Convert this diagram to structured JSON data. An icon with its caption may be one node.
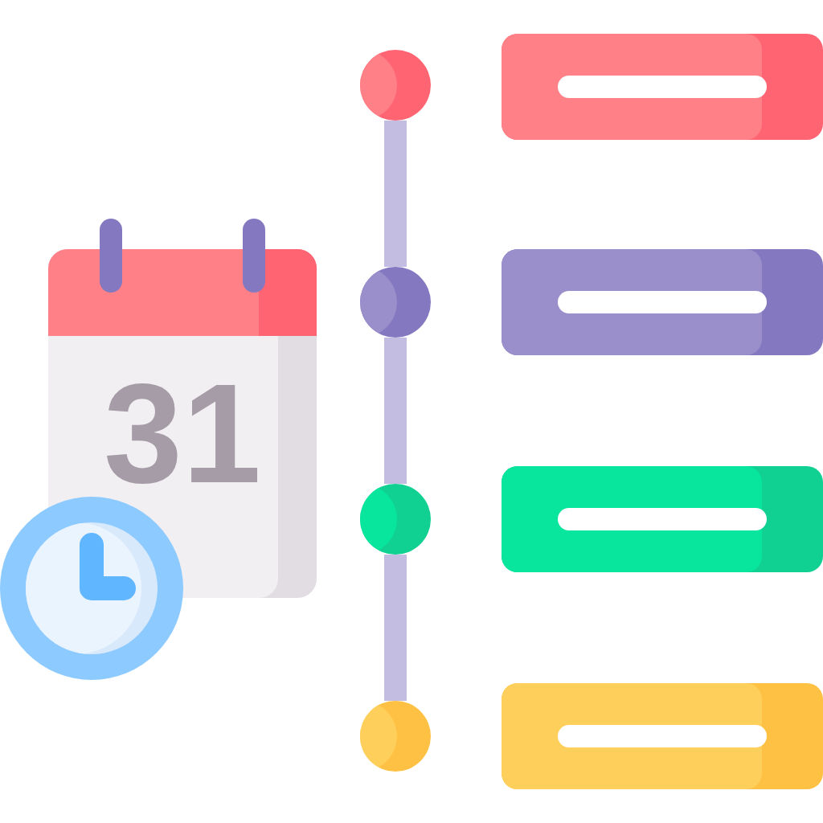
{
  "diagram": {
    "nodes": [
      {
        "text": [
          "31"
        ]
      },
      {
        "text": [],
        "shape": "circle"
      },
      {
        "text": [],
        "shape": "box"
      },
      {
        "text": [],
        "shape": "circle"
      },
      {
        "text": [],
        "shape": "box"
      },
      {
        "text": [],
        "shape": "circle"
      },
      {
        "text": [],
        "shape": "box"
      },
      {
        "text": [],
        "shape": "circle"
      },
      {
        "text": [],
        "shape": "box"
      }
    ],
    "edges": [
      {
        "from": 1,
        "to": 3,
        "arrow": "none"
      },
      {
        "from": 3,
        "to": 5,
        "arrow": "none"
      },
      {
        "from": 5,
        "to": 7,
        "arrow": "none"
      }
    ]
  }
}
